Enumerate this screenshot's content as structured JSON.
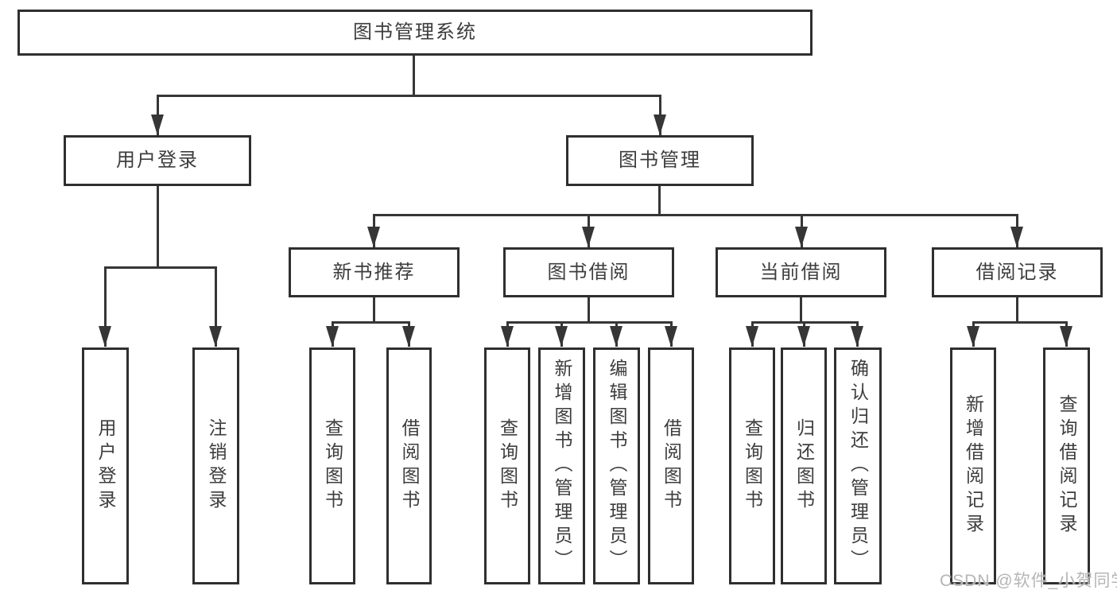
{
  "diagram_type": "hierarchy-tree",
  "root": {
    "label": "图书管理系统",
    "children": [
      {
        "label": "用户登录",
        "children": [
          {
            "label": "用户登录"
          },
          {
            "label": "注销登录"
          }
        ]
      },
      {
        "label": "图书管理",
        "children": [
          {
            "label": "新书推荐",
            "children": [
              {
                "label": "查询图书"
              },
              {
                "label": "借阅图书"
              }
            ]
          },
          {
            "label": "图书借阅",
            "children": [
              {
                "label": "查询图书"
              },
              {
                "label": "新增图书（管理员）"
              },
              {
                "label": "编辑图书（管理员）"
              },
              {
                "label": "借阅图书"
              }
            ]
          },
          {
            "label": "当前借阅",
            "children": [
              {
                "label": "查询图书"
              },
              {
                "label": "归还图书"
              },
              {
                "label": "确认归还（管理员）"
              }
            ]
          },
          {
            "label": "借阅记录",
            "children": [
              {
                "label": "新增借阅记录"
              },
              {
                "label": "查询借阅记录"
              }
            ]
          }
        ]
      }
    ]
  },
  "watermark": {
    "text": "CSDN @软件_小贺同学"
  },
  "colors": {
    "background": "#ffffff",
    "box_fill": "#ffffff",
    "box_border": "#2f2f2f",
    "line": "#363636",
    "text": "#3d3d3d",
    "watermark": "#b5b5b5"
  }
}
